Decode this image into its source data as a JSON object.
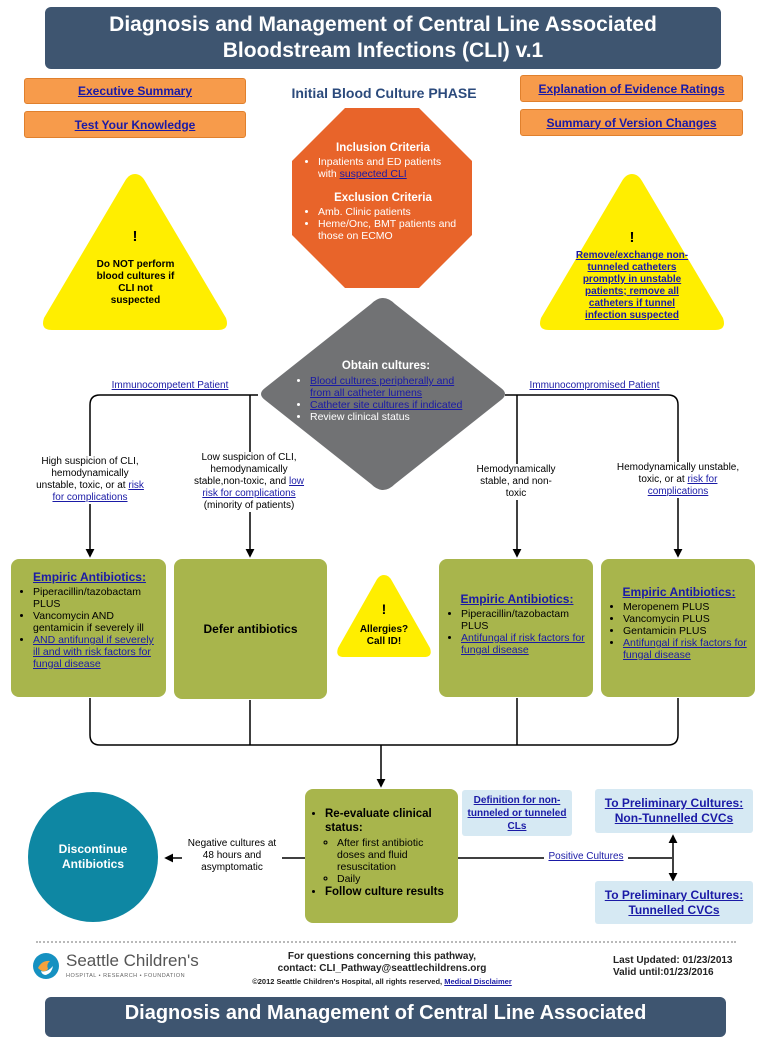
{
  "header": {
    "title_line1": "Diagnosis and Management of Central Line Associated",
    "title_line2": "Bloodstream Infections (CLI) v.1"
  },
  "nav": {
    "executive_summary": "Executive Summary",
    "test_knowledge": "Test Your Knowledge",
    "evidence_ratings": "Explanation of Evidence Ratings",
    "version_changes": "Summary of Version Changes"
  },
  "phase_title": "Initial Blood Culture PHASE",
  "criteria": {
    "inclusion_title": "Inclusion Criteria",
    "inclusion_item_prefix": "Inpatients and ED patients with ",
    "inclusion_item_link": "suspected CLI",
    "exclusion_title": "Exclusion Criteria",
    "exclusion_items": [
      "Amb. Clinic patients",
      "Heme/Onc, BMT patients and those on ECMO"
    ]
  },
  "warnings": {
    "left_mark": "!",
    "left_text": "Do NOT perform blood cultures if CLI not suspected",
    "right_mark": "!",
    "right_text": "Remove/exchange non-tunneled catheters promptly in unstable patients; remove all catheters if tunnel infection suspected",
    "allergy_mark": "!",
    "allergy_text": "Allergies? Call ID!"
  },
  "cultures": {
    "title": "Obtain cultures:",
    "item1": "Blood cultures peripherally and from all catheter lumens",
    "item2": "Catheter site cultures if indicated",
    "item3": "Review clinical status"
  },
  "branches": {
    "immunocompetent": "Immunocompetent Patient",
    "immunocompromised": "Immunocompromised Patient",
    "high_suspicion_prefix": "High suspicion of CLI, hemodynamically unstable, toxic, or at ",
    "high_suspicion_link": "risk for complications",
    "low_suspicion_prefix": "Low suspicion of CLI, hemodynamically stable,non-toxic, and ",
    "low_suspicion_link": "low risk for complications",
    "low_suspicion_suffix": "(minority of patients)",
    "stable": "Hemodynamically stable, and non-toxic",
    "unstable_prefix": "Hemodynamically unstable, toxic, or at ",
    "unstable_link": "risk for complications"
  },
  "boxes": {
    "box1_title": "Empiric Antibiotics:",
    "box1_item1": "Piperacillin/tazobactam PLUS",
    "box1_item2": "Vancomycin AND gentamicin if severely ill",
    "box1_item3": "AND antifungal if severely ill and with risk factors for fungal disease",
    "defer": "Defer antibiotics",
    "box3_title": "Empiric Antibiotics:",
    "box3_item1": "Piperacillin/tazobactam PLUS",
    "box3_item2": "Antifungal if risk factors for fungal disease",
    "box4_title": "Empiric Antibiotics:",
    "box4_item1": "Meropenem PLUS",
    "box4_item2": "Vancomycin PLUS",
    "box4_item3": "Gentamicin PLUS",
    "box4_item4": "Antifungal if risk factors for fungal disease"
  },
  "reevaluate": {
    "item1": "Re-evaluate clinical status:",
    "sub1": "After first antibiotic doses and fluid resuscitation",
    "sub2": "Daily",
    "item2": "Follow culture results"
  },
  "discontinue": "Discontinue Antibiotics",
  "negative_label": "Negative cultures at 48 hours and asymptomatic",
  "positive_label": "Positive Cultures",
  "definition_link": "Definition for non-tunneled or tunneled CLs",
  "prelim_nontunnelled": "To Preliminary Cultures: Non-Tunnelled CVCs",
  "prelim_tunnelled": "To Preliminary Cultures: Tunnelled CVCs",
  "footer": {
    "logo_name": "Seattle Children's",
    "logo_sub": "HOSPITAL • RESEARCH • FOUNDATION",
    "contact_line1": "For questions concerning this pathway,",
    "contact_line2": "contact: CLI_Pathway@seattlechildrens.org",
    "copyright": "©2012 Seattle Children's Hospital, all rights reserved,",
    "disclaimer": "Medical Disclaimer",
    "last_updated": "Last Updated: 01/23/2013",
    "valid_until": "Valid until:01/23/2016"
  },
  "bottom_banner": "Diagnosis and Management of Central Line Associated"
}
